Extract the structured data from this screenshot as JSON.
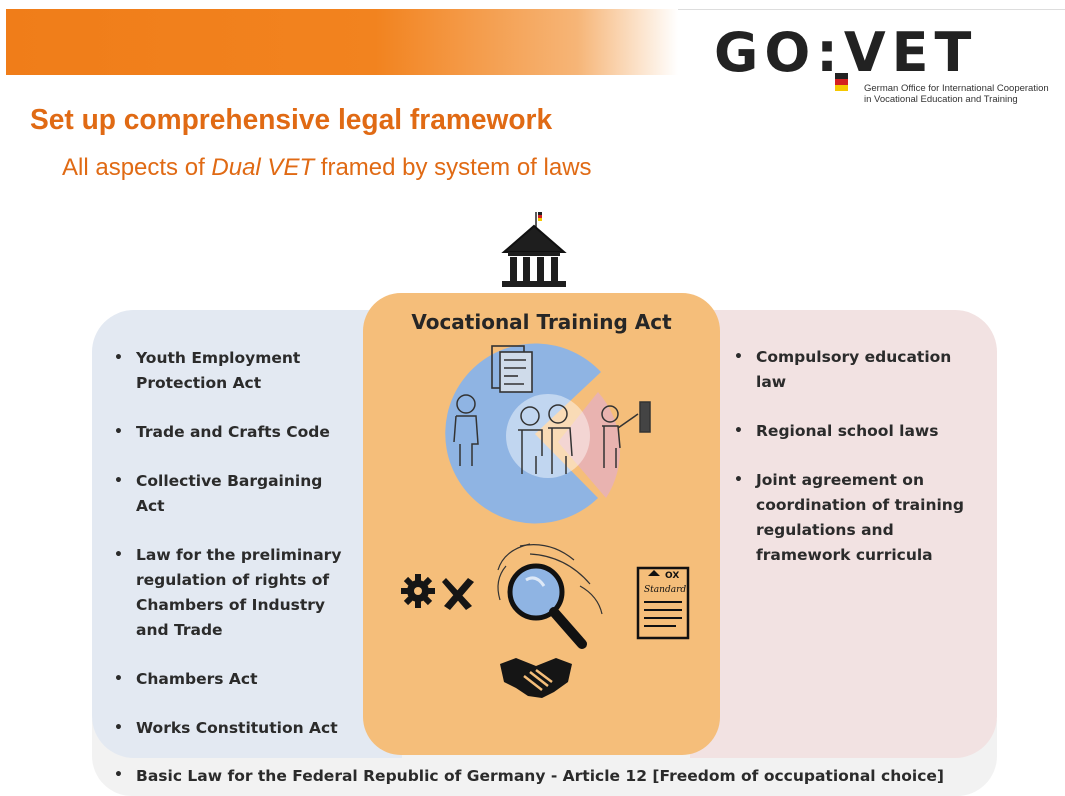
{
  "header": {
    "logo_text": "GO:VET",
    "tagline_line1": "German Office for International Cooperation",
    "tagline_line2": "in Vocational Education and Training"
  },
  "slide": {
    "title": "Set up comprehensive legal framework",
    "subtitle_prefix": "All aspects of ",
    "subtitle_emphasis": "Dual VET",
    "subtitle_suffix": " framed by system of laws"
  },
  "center": {
    "title": "Vocational Training Act",
    "icons": [
      "building-icon",
      "document-icon",
      "people-icon",
      "teacher-icon",
      "tools-icon",
      "magnifier-icon",
      "standard-document-icon",
      "handshake-icon"
    ]
  },
  "left_laws": [
    "Youth Employment Protection Act",
    "Trade and Crafts Code",
    "Collective Bargaining Act",
    "Law for the preliminary regulation of rights of Chambers of Industry and Trade",
    "Chambers Act",
    "Works Constitution Act"
  ],
  "right_laws": [
    "Compulsory education law",
    "Regional school laws",
    "Joint agreement on coordination of training regulations and framework curricula"
  ],
  "bottom_law": "Basic Law for the Federal Republic of Germany - Article 12 [Freedom of occupational choice]",
  "colors": {
    "accent_orange": "#e06a14",
    "center_panel": "#f5be7a",
    "left_panel": "#e3e9f2",
    "right_panel": "#f2e2e2",
    "bottom_panel": "#f2f2f2",
    "pie_blue": "#8fb4e3",
    "pie_pink": "#e9b3b0"
  },
  "doodle_text": {
    "standard_label": "Standard"
  }
}
